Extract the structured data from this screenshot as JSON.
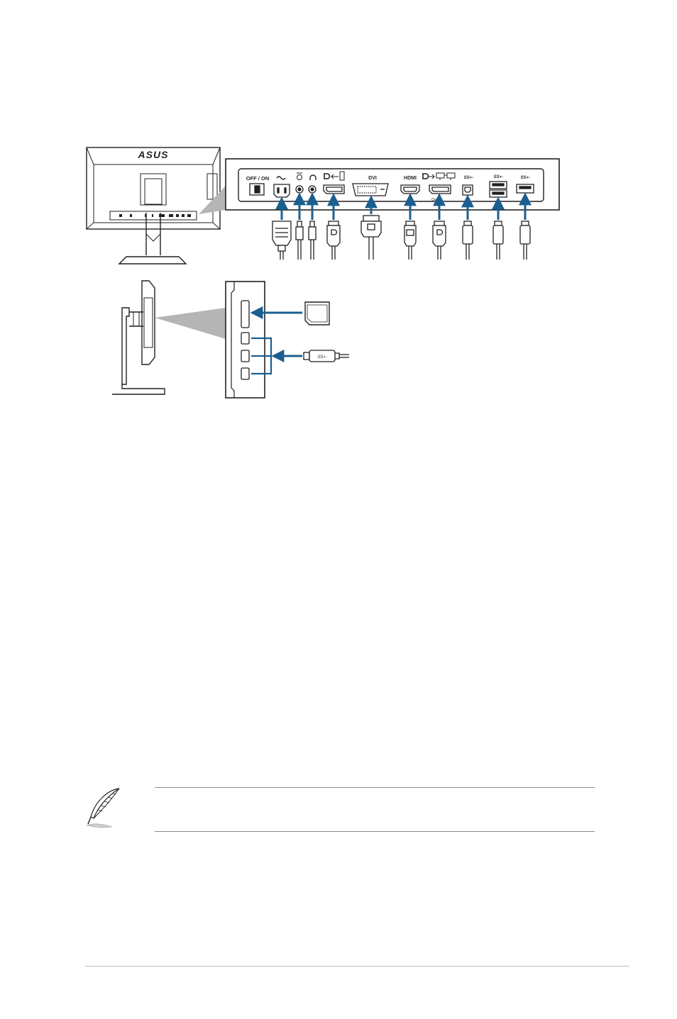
{
  "monitor": {
    "brand_logo": "ASUS"
  },
  "ports": {
    "off_on": "OFF / ON",
    "dvi": "DVI",
    "hdmi": "HDMI",
    "dp_out": "Out"
  },
  "icons": [
    "power-switch-icon",
    "ac-power-icon",
    "audio-in-icon",
    "headphone-icon",
    "displayport-in-icon",
    "dvi-port-icon",
    "hdmi-port-icon",
    "displayport-out-icon",
    "usb3-upstream-icon",
    "usb3-downstream-icon",
    "sd-card-icon",
    "usb-plug-icon",
    "note-feather-icon"
  ],
  "colors": {
    "arrow": "#1b5f8f",
    "line": "#231f20"
  }
}
